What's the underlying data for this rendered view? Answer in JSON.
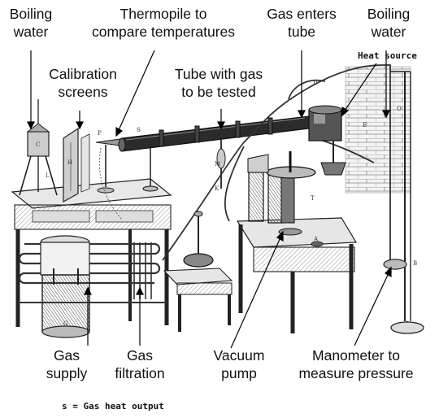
{
  "labels": {
    "boiling_water_left": "Boiling\nwater",
    "thermopile": "Thermopile to\ncompare temperatures",
    "gas_enters": "Gas enters\ntube",
    "boiling_water_right": "Boiling\nwater",
    "heat_source": "Heat source",
    "calibration": "Calibration\nscreens",
    "tube_with_gas": "Tube with gas\nto be tested",
    "gas_supply": "Gas\nsupply",
    "gas_filtration": "Gas\nfiltration",
    "vacuum_pump": "Vacuum\npump",
    "manometer": "Manometer to\nmeasure pressure",
    "footnote": "s = Gas heat output"
  },
  "engraving_letters": [
    "C",
    "H",
    "P",
    "S",
    "L",
    "D",
    "A",
    "B",
    "M",
    "K",
    "G",
    "O",
    "E",
    "T"
  ]
}
